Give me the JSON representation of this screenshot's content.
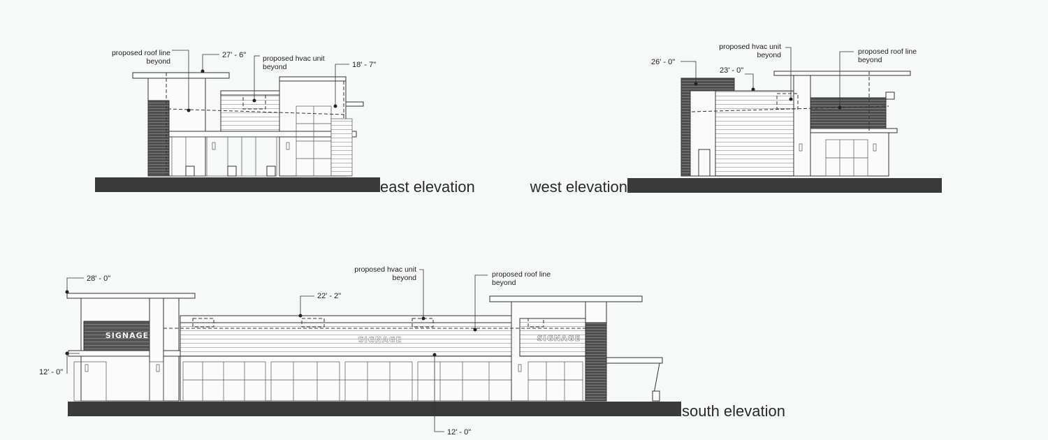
{
  "east": {
    "title": "east elevation",
    "roof_note": [
      "proposed roof line",
      "beyond"
    ],
    "hvac_note": [
      "proposed hvac unit",
      "beyond"
    ],
    "dim_top": "27' - 6\"",
    "dim_right": "18' - 7\""
  },
  "west": {
    "title": "west elevation",
    "dim_left": "26' - 0\"",
    "dim_mid": "23' - 0\"",
    "hvac_note": [
      "proposed hvac unit",
      "beyond"
    ],
    "roof_note": [
      "proposed roof line",
      "beyond"
    ]
  },
  "south": {
    "title": "south elevation",
    "dim_top_left": "28' - 0\"",
    "dim_mid": "22' - 2\"",
    "dim_side": "12' - 0\"",
    "dim_bottom": "12' - 0\"",
    "hvac_note": [
      "proposed hvac unit",
      "beyond"
    ],
    "roof_note": [
      "proposed roof line",
      "beyond"
    ],
    "signage": [
      "SIGNAGE",
      "SIGNAGE",
      "SIGNAGE"
    ]
  },
  "colors": {
    "ground": "#3a3a3a",
    "cladding": "#5b5b5b",
    "paper": "#f7f8f8"
  }
}
